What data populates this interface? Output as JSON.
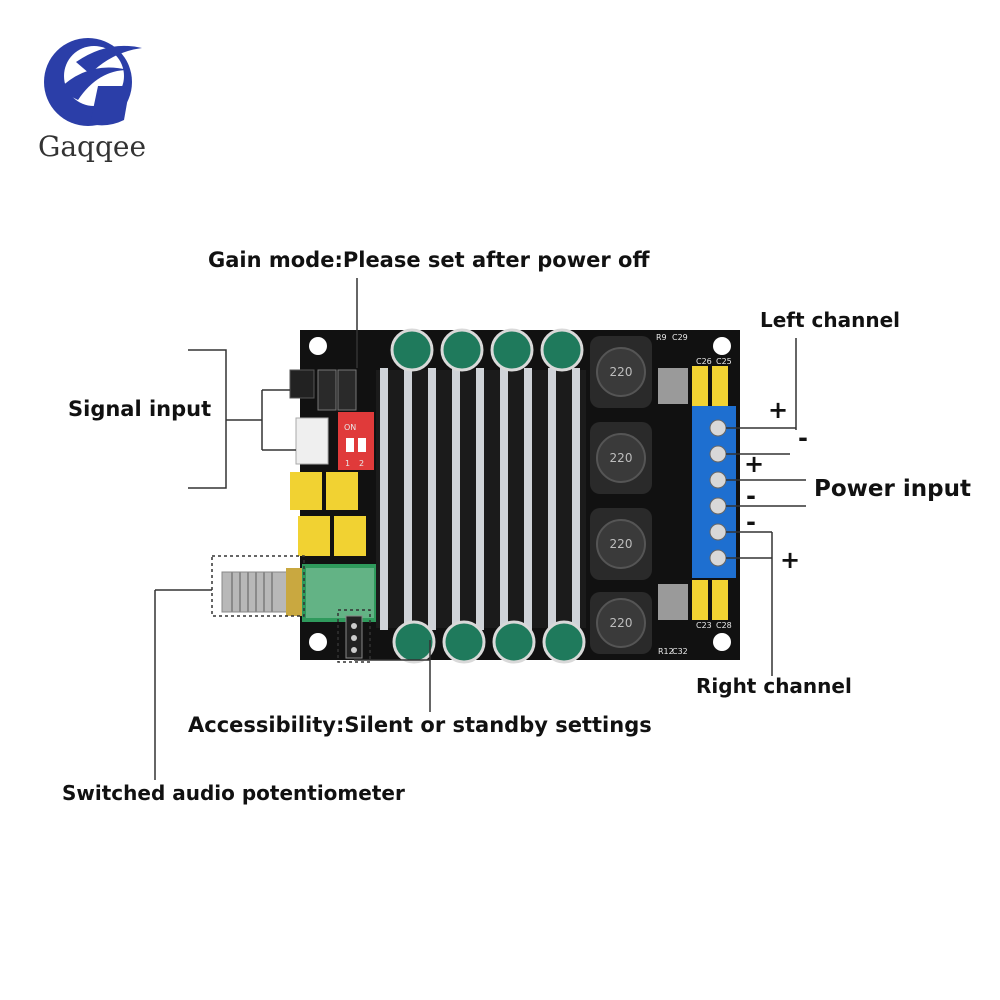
{
  "brand": {
    "name": "Gaqqee",
    "logo_color": "#2b3ea8"
  },
  "labels": {
    "gain_mode": "Gain mode:Please set after power off",
    "left_channel": "Left channel",
    "signal_input": "Signal input",
    "power_input": "Power input",
    "right_channel": "Right channel",
    "accessibility": "Accessibility:Silent or standby settings",
    "potentiometer": "Switched audio potentiometer"
  },
  "terminal_signs": {
    "left_plus": "+",
    "left_minus": "-",
    "power_plus": "+",
    "power_minus_1": "-",
    "power_minus_2": "-",
    "right_plus": "+"
  },
  "board_markings": {
    "dip_on": "ON",
    "dip_1": "1",
    "dip_2": "2",
    "inductor_value": "220",
    "r9": "R9",
    "c29": "C29",
    "c26": "C26",
    "c25": "C25",
    "r12": "R12",
    "c32": "C32",
    "c23": "C23",
    "c28": "C28"
  },
  "colors": {
    "board": "#111111",
    "heatsink": "#cfd3d8",
    "capacitor": "#1f7a5c",
    "terminal": "#1e6fd0",
    "yellow_cap": "#f1d232",
    "dip_switch": "#e03a3a",
    "pot_green": "#2f9a5c"
  }
}
